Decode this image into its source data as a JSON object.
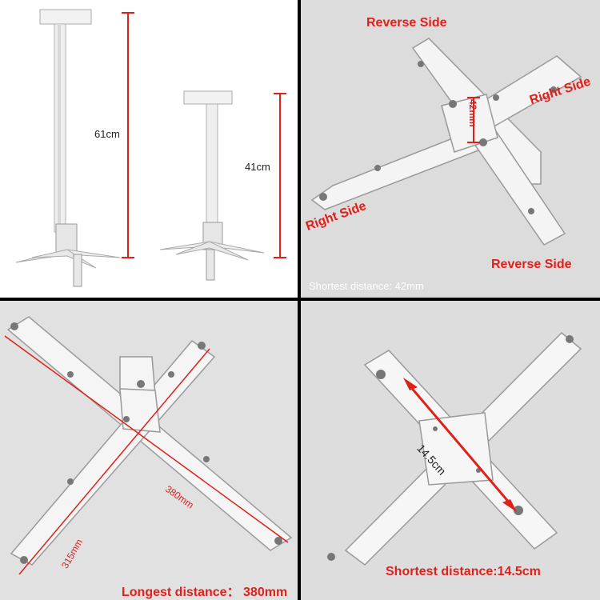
{
  "panel_top_left": {
    "tall_height": "61cm",
    "short_height": "41cm"
  },
  "panel_top_right": {
    "reverse_side_top": "Reverse Side",
    "right_side_right": "Right Side",
    "right_side_left": "Right Side",
    "reverse_side_bottom": "Reverse Side",
    "gap_label": "42mm",
    "caption": "Shortest distance: 42mm"
  },
  "panel_bottom_left": {
    "long_label": "380mm",
    "short_label": "315mm",
    "caption": "Longest distance：  380mm"
  },
  "panel_bottom_right": {
    "diagonal_label": "14.5cm",
    "caption": "Shortest distance:14.5cm"
  },
  "colors": {
    "accent_red": "#e0201a",
    "bracket_white": "#f4f4f4"
  }
}
